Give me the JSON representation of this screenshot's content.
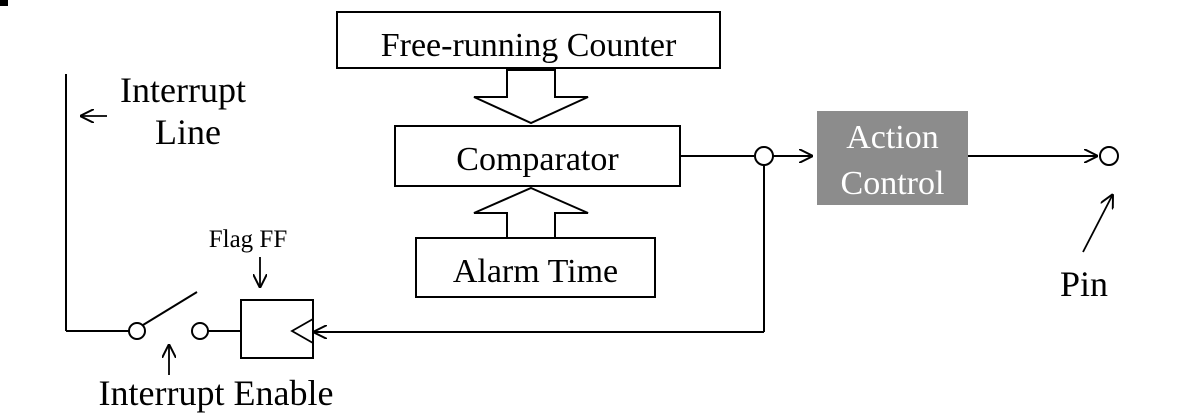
{
  "blocks": {
    "counter": "Free-running Counter",
    "comparator": "Comparator",
    "alarm": "Alarm Time",
    "action_line1": "Action",
    "action_line2": "Control"
  },
  "labels": {
    "interrupt_line_1": "Interrupt",
    "interrupt_line_2": "Line",
    "flag_ff": "Flag FF",
    "interrupt_enable": "Interrupt Enable",
    "pin": "Pin"
  },
  "colors": {
    "action_fill": "#8c8c8c",
    "action_text": "#ffffff",
    "line": "#000000"
  }
}
